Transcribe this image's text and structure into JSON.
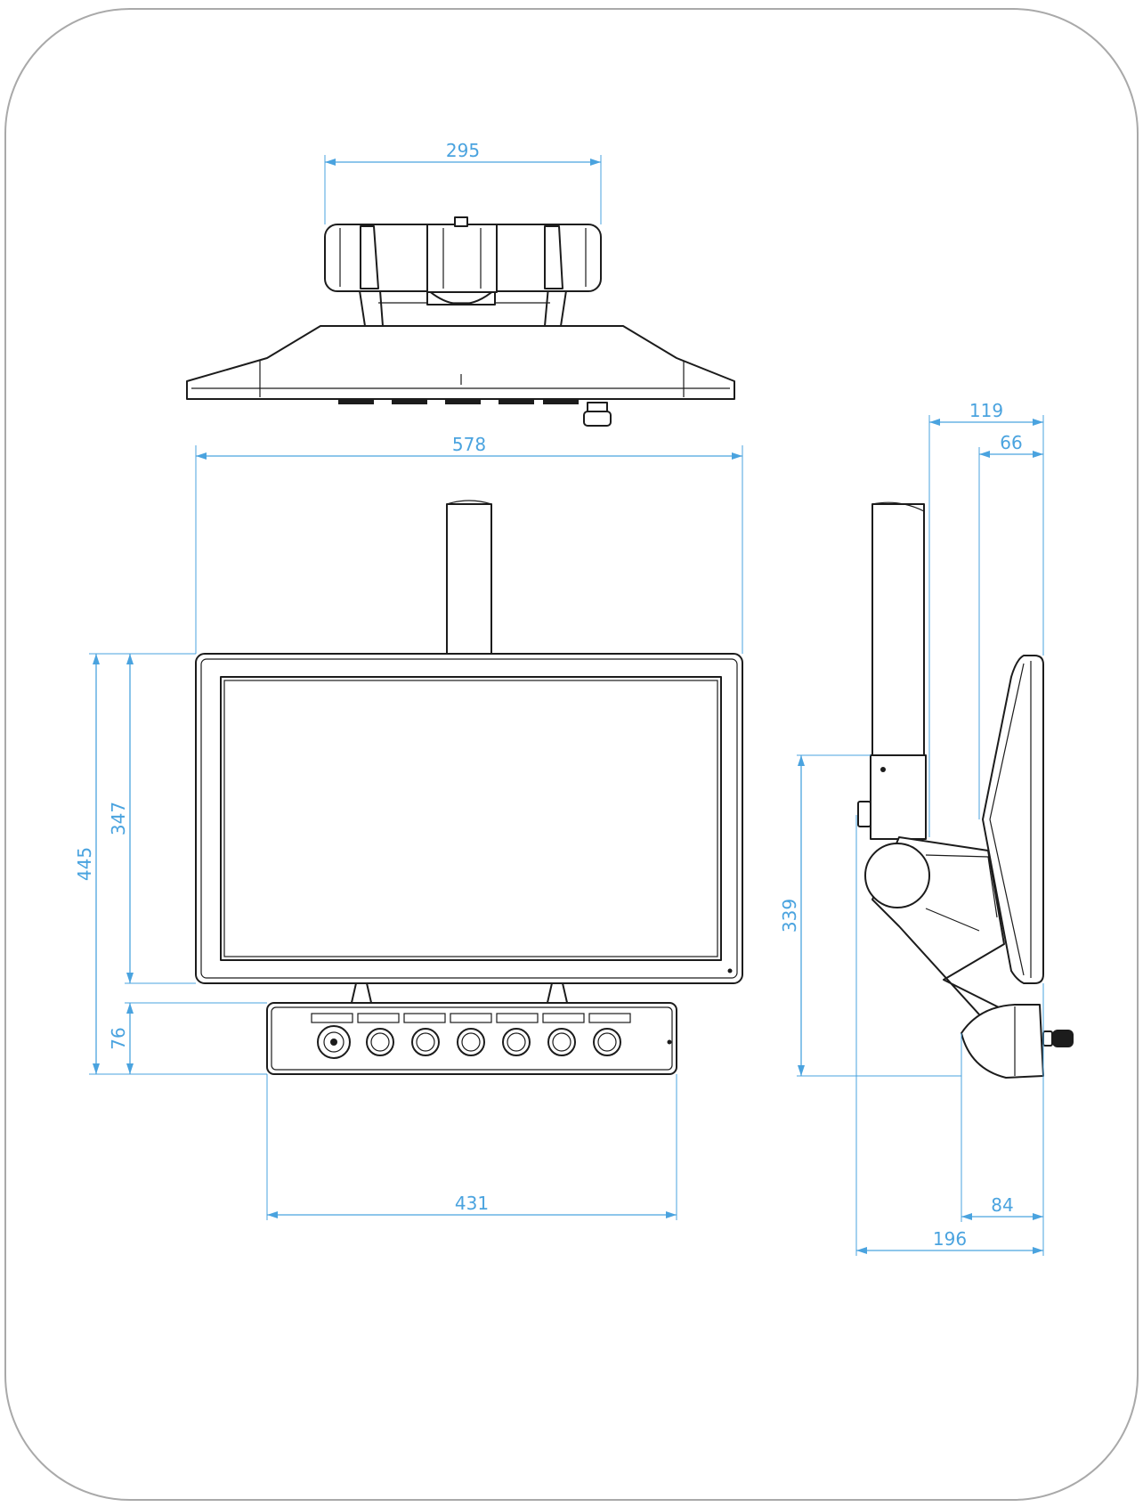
{
  "dimensions": {
    "top_width": "295",
    "overall_width": "578",
    "panel_width": "431",
    "overall_height": "445",
    "screen_height": "347",
    "panel_height": "76",
    "side_height": "339",
    "side_depth_top": "119",
    "side_depth_screen": "66",
    "side_depth_base": "84",
    "side_depth_overall": "196"
  },
  "colors": {
    "dimension": "#4aa3df",
    "drawing": "#1c1c1c",
    "frame": "#a9a9a9"
  }
}
